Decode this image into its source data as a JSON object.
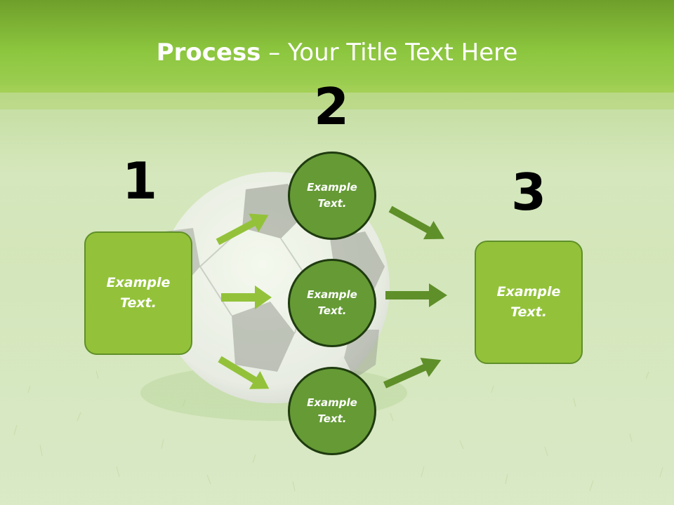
{
  "title": {
    "bold": "Process",
    "rest": " – Your Title Text Here"
  },
  "steps": {
    "one": "1",
    "two": "2",
    "three": "3"
  },
  "left_box": {
    "text": "Example\nText."
  },
  "circles": [
    {
      "text": "Example\nText."
    },
    {
      "text": "Example\nText."
    },
    {
      "text": "Example\nText."
    }
  ],
  "right_box": {
    "text": "Example\nText."
  },
  "colors": {
    "header_green": "#8ec63f",
    "box_green": "#93c23a",
    "circle_green": "#659a35",
    "arrow_light": "#93c23a",
    "arrow_dark": "#5f8f29"
  },
  "icons": [
    "soccer-ball-image",
    "arrow-icon"
  ]
}
